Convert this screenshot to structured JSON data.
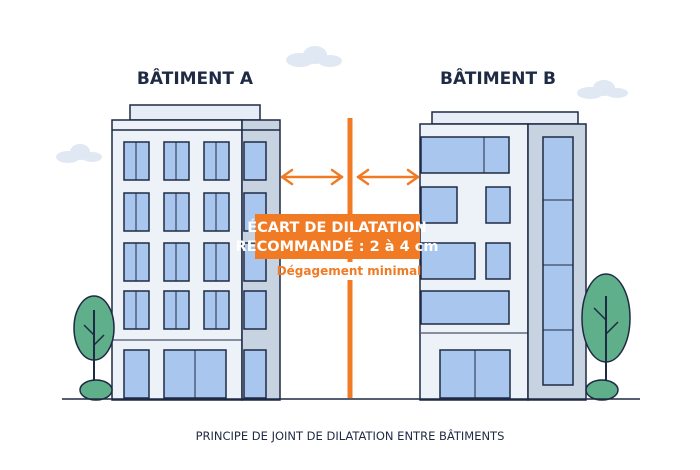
{
  "building_a": {
    "label": "BÂTIMENT A"
  },
  "building_b": {
    "label": "BÂTIMENT B"
  },
  "callout": {
    "line1": "ÉCART DE DILATATION",
    "line2": "RECOMMANDÉ : 2 à 4 cm",
    "sublabel": "Dégagement minimal"
  },
  "caption": "PRINCIPE DE JOINT DE DILATATION ENTRE BÂTIMENTS",
  "colors": {
    "accent": "#f07b24",
    "outline": "#1f2a44",
    "window": "#5b8fd6",
    "wall": "#edf2f8",
    "side_wall": "#c7d3e0",
    "tree": "#5fb08a"
  }
}
